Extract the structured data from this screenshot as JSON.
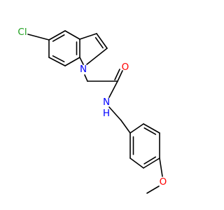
{
  "molecule": {
    "atom_labels": {
      "chlorine": "Cl",
      "indole_nitrogen": "N",
      "carbonyl_oxygen": "O",
      "amide_nitrogen": "N",
      "amide_hydrogen": "H",
      "ether_oxygen": "O"
    },
    "colors": {
      "bond": "#000000",
      "carbon": "#000000",
      "chlorine": "#1fa01f",
      "nitrogen": "#0000ff",
      "oxygen": "#ff0000"
    }
  }
}
